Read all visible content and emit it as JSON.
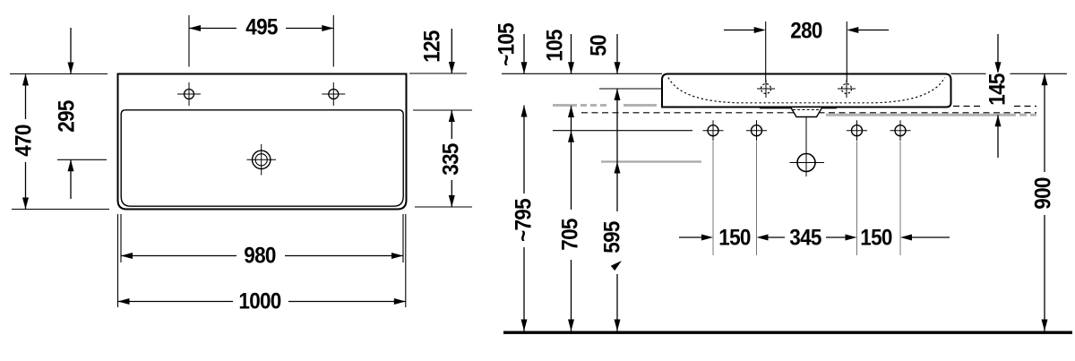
{
  "colors": {
    "line": "#000000",
    "secondary_gray": "#b2b2b2",
    "background": "#ffffff"
  },
  "plan_view": {
    "dim_tap_centers": "495",
    "dim_rear_to_bowl": "125",
    "dim_depth": "470",
    "dim_rear_to_drain": "295",
    "dim_bowl_front": "335",
    "dim_bowl_width": "980",
    "dim_width": "1000"
  },
  "front_view": {
    "dim_tap_centers": "280",
    "dim_rim_to_underside": "~105",
    "dim_rim_to_fixings": "105",
    "dim_rim_to_taps": "50",
    "dim_front_height": "145",
    "dim_underside_to_floor": "~795",
    "dim_fixings_to_floor": "705",
    "dim_drain_to_floor": "595",
    "dim_fixing_left": "150",
    "dim_fixing_centers": "345",
    "dim_fixing_right": "150",
    "dim_rim_to_floor": "900"
  }
}
